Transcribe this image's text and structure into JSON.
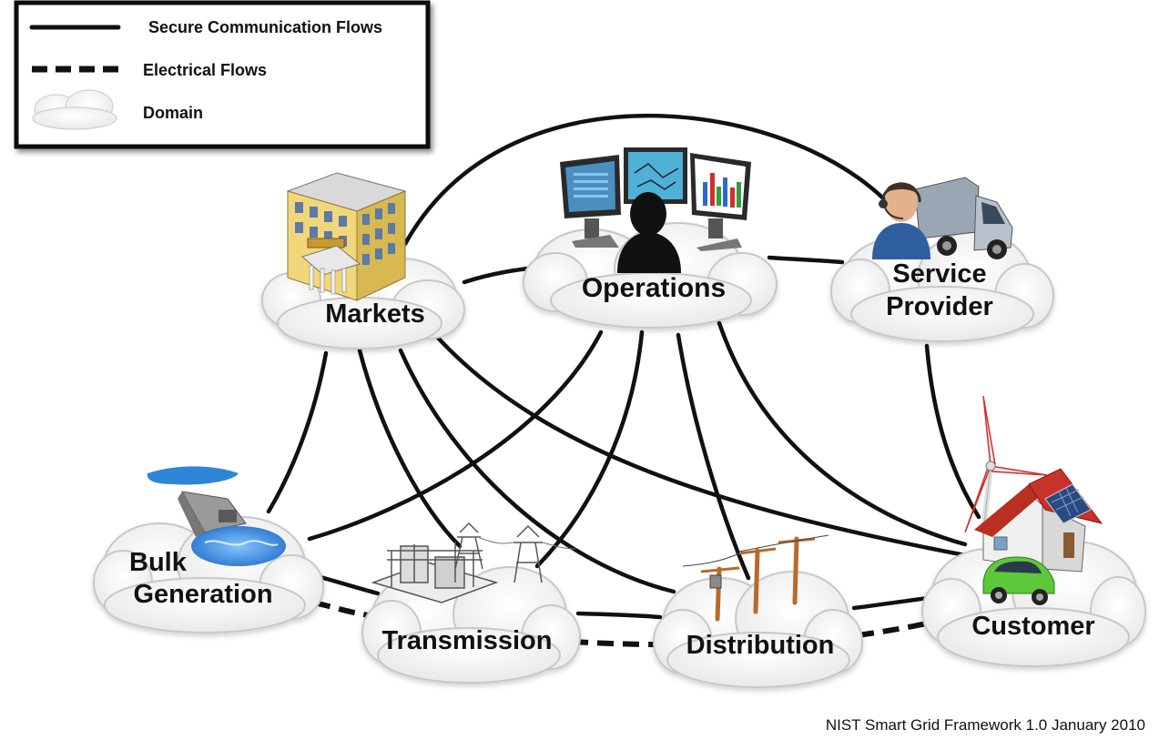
{
  "legend": {
    "secure_label": "Secure Communication Flows",
    "electrical_label": "Electrical Flows",
    "domain_label": "Domain"
  },
  "domains": {
    "markets": "Markets",
    "operations": "Operations",
    "service_provider_line1": "Service",
    "service_provider_line2": "Provider",
    "bulk_generation_line1": "Bulk",
    "bulk_generation_line2": "Generation",
    "transmission": "Transmission",
    "distribution": "Distribution",
    "customer": "Customer"
  },
  "caption": "NIST Smart Grid Framework 1.0 January 2010",
  "colors": {
    "line": "#111111",
    "cloud_fill": "#f4f4f4",
    "cloud_stroke": "#c8c8c8",
    "building": "#f0d070",
    "water": "#2f86d8",
    "roof": "#c8322a",
    "car": "#5cc83a",
    "person": "#111111"
  },
  "icons": {
    "markets": "building-icon",
    "operations": "control-room-icon",
    "service_provider": "technician-truck-icon",
    "bulk_generation": "hydro-dam-icon",
    "transmission": "substation-icon",
    "distribution": "utility-poles-icon",
    "customer": "home-solar-wind-ev-icon"
  }
}
